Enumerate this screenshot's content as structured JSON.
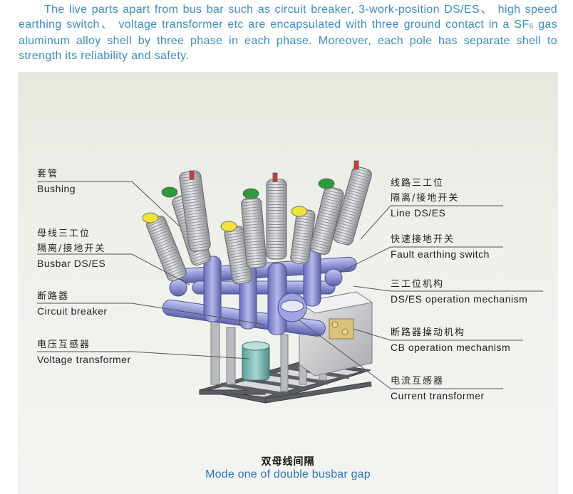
{
  "intro_text": {
    "part1": "The live parts apart from bus bar such as circuit breaker, 3-work-position DS/ES、 high speed earthing switch、 voltage transformer etc are encapsulated with three ground contact in a SF",
    "sub": "6",
    "part2": " gas aluminum alloy shell by three phase in each phase. Moreover, each pole has separate shell to strength its reliability and safety."
  },
  "labels": {
    "bushing": {
      "cn": "套管",
      "en": "Bushing"
    },
    "busbar_dses": {
      "cn1": "母线三工位",
      "cn2": "隔离/接地开关",
      "en": "Busbar DS/ES"
    },
    "circuit_breaker": {
      "cn": "断路器",
      "en": "Circuit breaker"
    },
    "voltage_transformer": {
      "cn": "电压互感器",
      "en": "Voltage transformer"
    },
    "line_dses": {
      "cn1": "线路三工位",
      "cn2": "隔离/接地开关",
      "en": "Line DS/ES"
    },
    "fault_earthing": {
      "cn": "快速接地开关",
      "en": "Fault earthing switch"
    },
    "dses_mechanism": {
      "cn": "三工位机构",
      "en": "DS/ES operation mechanism"
    },
    "cb_mechanism": {
      "cn": "断路器操动机构",
      "en": "CB operation mechanism"
    },
    "current_transformer": {
      "cn": "电流互感器",
      "en": "Current transformer"
    }
  },
  "caption": {
    "cn": "双母线间隔",
    "en": "Mode one of double busbar gap"
  },
  "colors": {
    "accent_blue": "#3b8cc4",
    "caption_blue": "#2f76b8",
    "pipe": "#8a8fd0",
    "frame": "#55595e"
  }
}
